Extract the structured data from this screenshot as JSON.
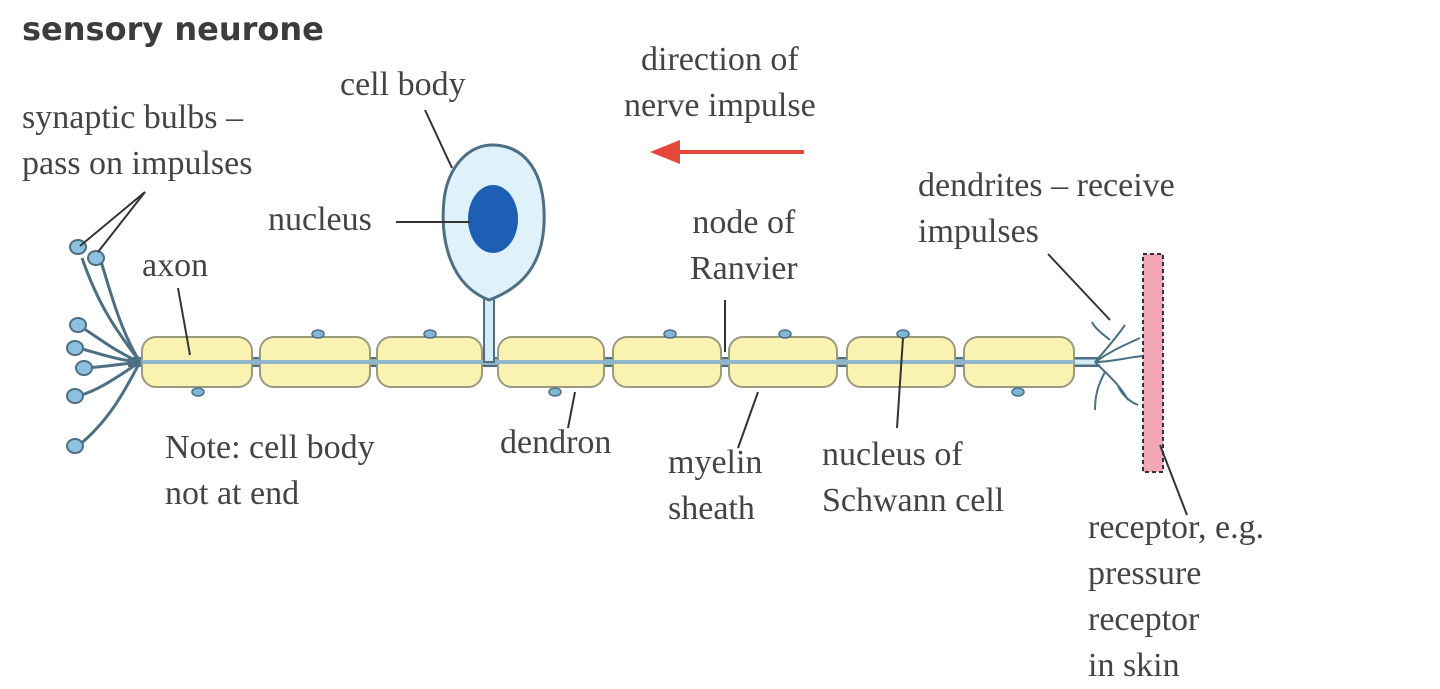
{
  "title": "sensory neurone",
  "labels": {
    "synaptic_bulbs": [
      "synaptic bulbs –",
      "pass on impulses"
    ],
    "cell_body": "cell body",
    "nucleus": "nucleus",
    "axon": "axon",
    "direction": [
      "direction of",
      "nerve impulse"
    ],
    "node_of_ranvier": [
      "node of",
      "Ranvier"
    ],
    "dendrites": [
      "dendrites – receive",
      "impulses"
    ],
    "note": [
      "Note: cell body",
      "not at end"
    ],
    "dendron": "dendron",
    "myelin_sheath": [
      "myelin",
      "sheath"
    ],
    "nucleus_schwann": [
      "nucleus of",
      "Schwann cell"
    ],
    "receptor": [
      "receptor, e.g.",
      "pressure",
      "receptor",
      "in skin"
    ]
  },
  "colors": {
    "myelin": "#f9f2b0",
    "axon": "#d3ecf7",
    "cell_body": "#dff1fb",
    "nucleus": "#1d5fb5",
    "outline": "#4d6f83",
    "arrow": "#e5483a",
    "receptor": "#f2a7b8",
    "leader": "#333333"
  }
}
